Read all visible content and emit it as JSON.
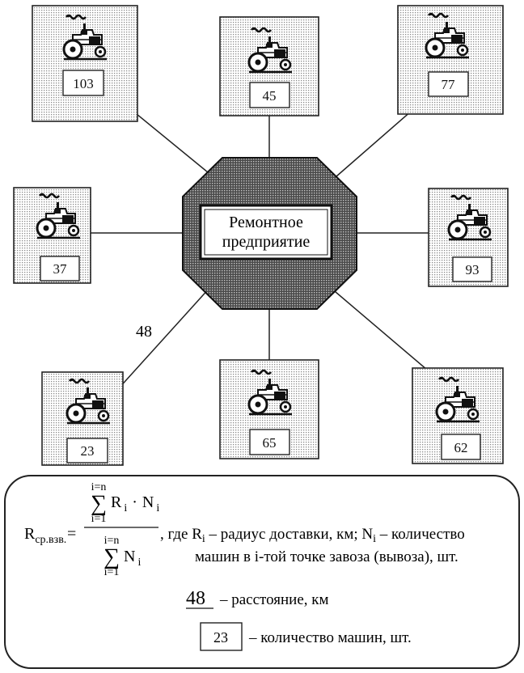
{
  "center": {
    "line1": "Ремонтное",
    "line2": "предприятие"
  },
  "edge_label": "48",
  "nodes": [
    {
      "id": "n1",
      "count": "103"
    },
    {
      "id": "n2",
      "count": "45"
    },
    {
      "id": "n3",
      "count": "77"
    },
    {
      "id": "n4",
      "count": "37"
    },
    {
      "id": "n5",
      "count": "93"
    },
    {
      "id": "n6",
      "count": "23"
    },
    {
      "id": "n7",
      "count": "65"
    },
    {
      "id": "n8",
      "count": "62"
    }
  ],
  "formula": {
    "lhs_main": "R",
    "lhs_sub": "ср.взв.",
    "equals": "=",
    "sum_upper": "i=n",
    "sum_lower": "i=1",
    "num_R": "R",
    "num_R_sub": "i",
    "num_dot": "·",
    "num_N": "N",
    "num_N_sub": "i",
    "den_N": "N",
    "den_N_sub": "i",
    "expl_prefix": ", где R",
    "expl_sub1": "i",
    "expl_mid": " – радиус доставки, км; N",
    "expl_sub2": "i",
    "expl_end": " – количество",
    "expl_line2": "машин в i-той точке завоза (вывоза), шт."
  },
  "legend": {
    "distance_value": "48",
    "distance_text": "– расстояние, км",
    "count_value": "23",
    "count_text": "– количество машин, шт."
  }
}
